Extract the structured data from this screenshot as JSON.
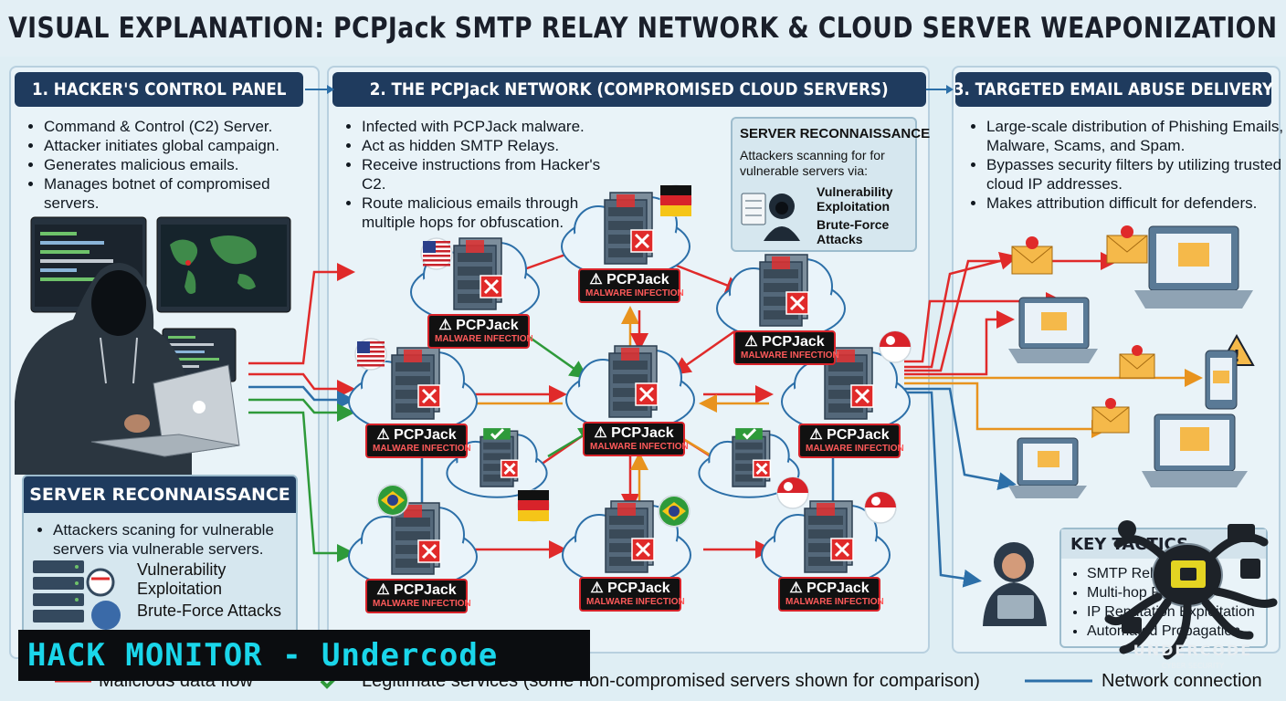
{
  "title": "VISUAL EXPLANATION: PCPJack SMTP RELAY NETWORK & CLOUD SERVER WEAPONIZATION",
  "panels": {
    "control": {
      "header": "1. HACKER'S CONTROL PANEL",
      "bullets": [
        "Command & Control (C2) Server.",
        "Attacker initiates global campaign.",
        "Generates malicious emails.",
        "Manages botnet of compromised servers."
      ]
    },
    "network": {
      "header": "2. THE PCPJack NETWORK (COMPROMISED CLOUD SERVERS)",
      "bullets": [
        "Infected with PCPJack malware.",
        "Act as hidden SMTP Relays.",
        "Receive instructions from Hacker's C2.",
        "Route malicious emails through multiple hops for obfuscation."
      ]
    },
    "delivery": {
      "header": "3. TARGETED EMAIL ABUSE DELIVERY",
      "bullets": [
        "Large-scale distribution of Phishing Emails, Malware, Scams, and Spam.",
        "Bypasses security filters by utilizing trusted cloud IP addresses.",
        "Makes attribution difficult for defenders."
      ]
    }
  },
  "recon_small": {
    "title": "SERVER RECONNAISSANCE",
    "text": "Attackers scanning for for vulnerable servers via:",
    "items": [
      "Vulnerability Exploitation",
      "Brute-Force Attacks"
    ]
  },
  "recon_large": {
    "title": "SERVER RECONNAISSANCE",
    "text": "Attackers scaning for vulnerable servers via vulnerable servers.",
    "items": [
      "Vulnerability Exploitation",
      "Brute-Force Attacks"
    ]
  },
  "server_tag": {
    "name": "PCPJack",
    "sub": "MALWARE INFECTION"
  },
  "servers": [
    {
      "flag": "us",
      "status": "infected"
    },
    {
      "flag": "de",
      "status": "infected"
    },
    {
      "flag": "",
      "status": "infected"
    },
    {
      "flag": "us",
      "status": "infected"
    },
    {
      "flag": "",
      "status": "infected"
    },
    {
      "flag": "sg",
      "status": "infected"
    },
    {
      "flag": "br",
      "status": "infected"
    },
    {
      "flag": "br",
      "status": "infected"
    },
    {
      "flag": "sg",
      "status": "infected"
    },
    {
      "flag": "de",
      "status": "legitimate"
    },
    {
      "flag": "sg",
      "status": "legitimate"
    }
  ],
  "key_tactics": {
    "title": "KEY TACTICS",
    "items": [
      "SMTP Relaying",
      "Multi-hop Routing",
      "IP Reputation Exploitation",
      "Automated Propagation"
    ]
  },
  "legend": {
    "malicious": "Malicious data flow",
    "legitimate": "Legitimate services (some non-compromised servers shown for comparison)",
    "network": "Network connection"
  },
  "brand": "HACK MONITOR - Undercode",
  "colors": {
    "header_bg": "#1f3b5e",
    "malicious": "#e02a2a",
    "legit": "#2e9a3a",
    "relay": "#e8931e",
    "network": "#2c6fa8",
    "brand_text": "#1ad6ea"
  }
}
